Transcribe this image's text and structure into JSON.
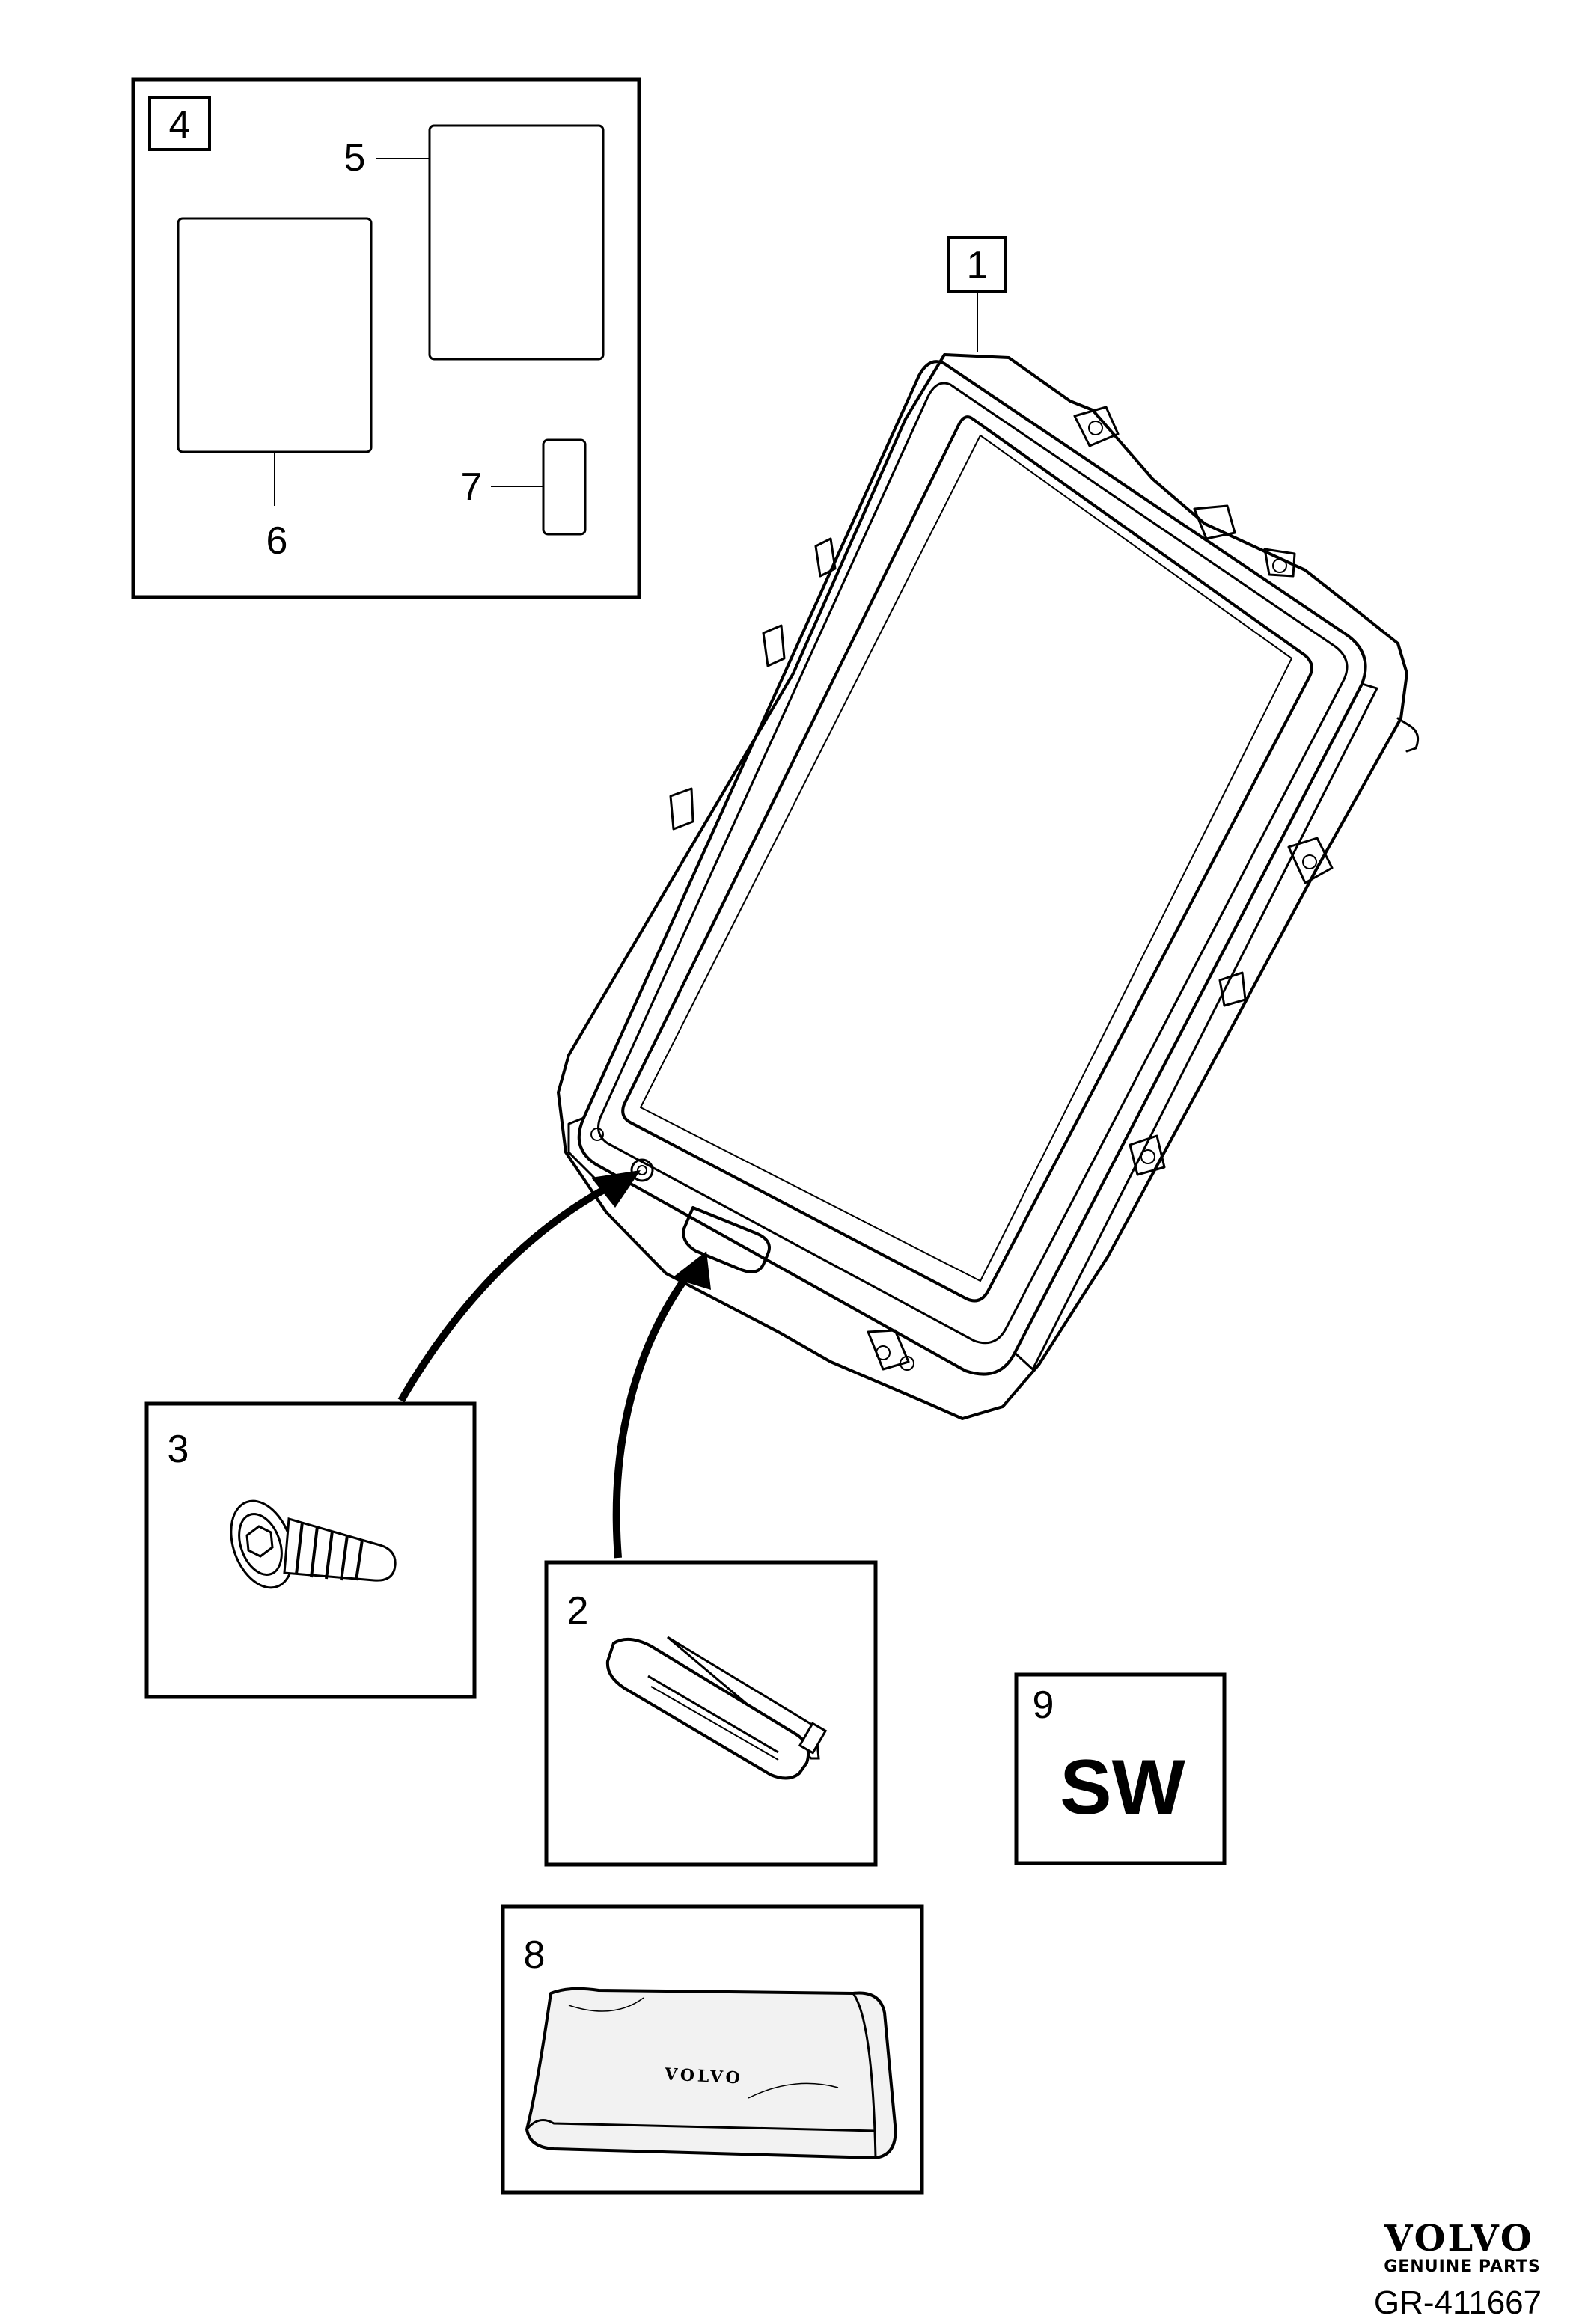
{
  "callouts": {
    "c1": "1",
    "c2": "2",
    "c3": "3",
    "c4": "4",
    "c5": "5",
    "c6": "6",
    "c7": "7",
    "c8": "8",
    "c9": "9"
  },
  "software_label": "SW",
  "pouch_logo": "VOLVO",
  "brand": {
    "name": "VOLVO",
    "tagline": "GENUINE PARTS"
  },
  "reference": "GR-411667",
  "colors": {
    "line": "#000000",
    "background": "#ffffff",
    "pouch_fill": "#f2f2f2"
  },
  "icons": {
    "screw": "screw-icon",
    "cap": "cover-cap-icon",
    "pouch": "cleaning-cloth-icon",
    "display": "display-unit-icon"
  }
}
